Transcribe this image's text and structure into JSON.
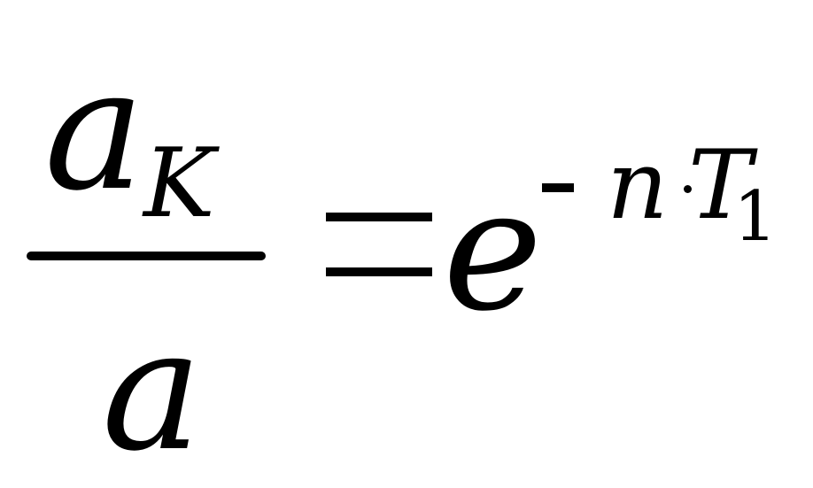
{
  "formula": {
    "numerator": {
      "base": "a",
      "subscript": "K"
    },
    "denominator": {
      "base": "a"
    },
    "relation": "=",
    "rhs": {
      "base": "e",
      "exponent": {
        "sign": "-",
        "variable": "n",
        "operator": "·",
        "term": "T",
        "term_subscript": "1"
      }
    }
  }
}
